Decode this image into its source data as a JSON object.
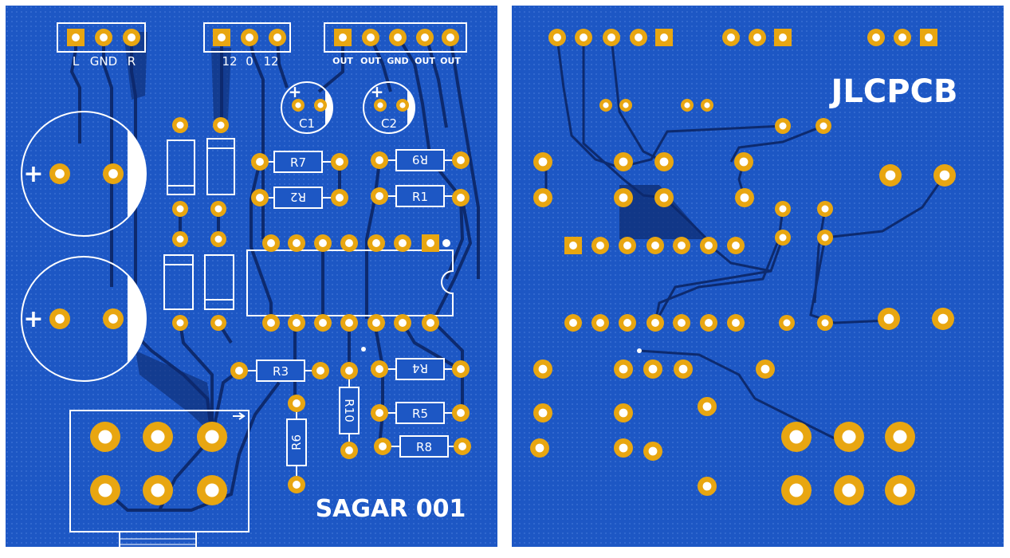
{
  "colors": {
    "substrate": "#1d57c4",
    "trace": "#0d2a6e",
    "pad": "#e8a611",
    "drill": "#ffffff",
    "silk": "#ffffff",
    "border": "#ffffff"
  },
  "top_board": {
    "headers": {
      "audio": [
        "L",
        "GND",
        "R"
      ],
      "supply": [
        "12",
        "0",
        "12"
      ],
      "output": [
        "OUT",
        "OUT",
        "GND",
        "OUT",
        "OUT"
      ]
    },
    "capacitors": {
      "c1": {
        "label": "C1",
        "polarity": "+"
      },
      "c2": {
        "label": "C2",
        "polarity": "+"
      },
      "big_top": {
        "polarity": "+"
      },
      "big_bottom": {
        "polarity": "+"
      }
    },
    "resistors": {
      "r7": "R7",
      "r9": "R9",
      "r2": "R2",
      "r1": "R1",
      "r3": "R3",
      "r4": "R4",
      "r5": "R5",
      "r8": "R8",
      "r10": "R10",
      "r6": "R6"
    },
    "brand_text": "SAGAR 001"
  },
  "bottom_board": {
    "brand_text": "JLCPCB"
  }
}
